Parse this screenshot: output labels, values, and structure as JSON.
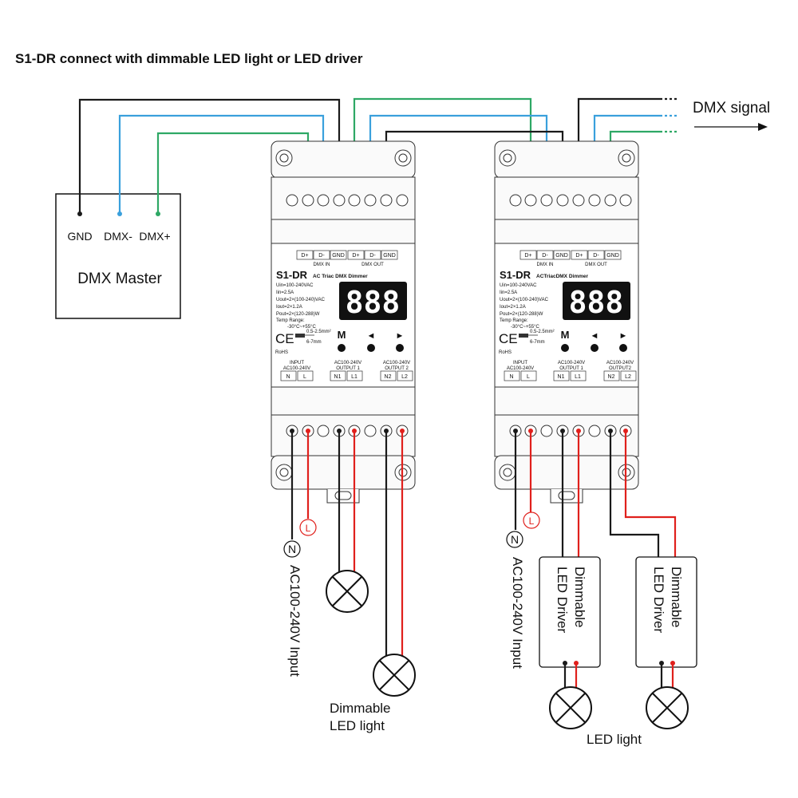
{
  "title": "S1-DR connect with dimmable LED light or LED driver",
  "dmx_signal_label": "DMX signal",
  "dmx_master": {
    "name": "DMX Master",
    "terminals": [
      "GND",
      "DMX-",
      "DMX+"
    ]
  },
  "device": {
    "model": "S1-DR",
    "subtitle": "AC Triac DMX Dimmer",
    "subtitle_alt": "ACTriacDMX Dimmer",
    "dmx_in_label": "DMX IN",
    "dmx_out_label": "DMX OUT",
    "dmx_terminals": [
      "D+",
      "D-",
      "GND",
      "D+",
      "D-",
      "GND"
    ],
    "specs": [
      "Uin=100-240VAC",
      "Iin=2.5A",
      "Uout=2×(100-240)VAC",
      "Iout=2×1.2A",
      "Pout=2×(120-288)W",
      "Temp Range:",
      "-30°C~+55°C"
    ],
    "display": "888",
    "buttons": [
      "M",
      "◄",
      "►"
    ],
    "ce": "CE",
    "rohs": "RoHS",
    "wire_gauge": "0.5-2.5mm²",
    "strip_length": "6-7mm",
    "input_label": "INPUT",
    "input_voltage": "AC100-240V",
    "input_terminals": [
      "N",
      "L"
    ],
    "output1_voltage": "AC100-240V",
    "output1_label": "OUTPUT 1",
    "output1_label_alt": "OUTPUT1",
    "output1_terminals": [
      "N1",
      "L1"
    ],
    "output2_voltage": "AC100-240V",
    "output2_label": "OUTPUT 2",
    "output2_label_alt": "OUTPUT2",
    "output2_terminals": [
      "N2",
      "L2"
    ]
  },
  "ac_input_label": "AC100-240V Input",
  "neutral_symbol": "N",
  "live_symbol": "L",
  "dimmable_led_light_label": [
    "Dimmable",
    "LED light"
  ],
  "led_driver_label": [
    "Dimmable",
    "LED Driver"
  ],
  "led_light_label": "LED light",
  "colors": {
    "gnd_wire": "#1a1a1a",
    "dmx_minus_wire": "#3aa0dc",
    "dmx_plus_wire": "#2ea865",
    "live_wire": "#e0201c",
    "display_bg": "#111111"
  }
}
